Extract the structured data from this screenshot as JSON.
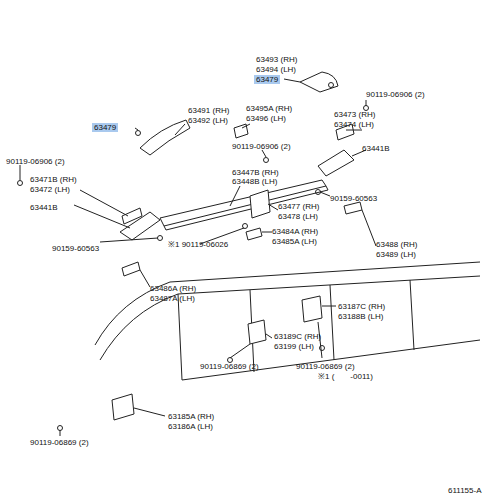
{
  "diagram": {
    "labels": [
      "63493 (RH)",
      "63494 (LH)",
      "63479",
      "90119-06906 (2)",
      "63491 (RH)",
      "63492 (LH)",
      "63479",
      "63495A (RH)",
      "63496 (LH)",
      "63473 (RH)",
      "63474 (LH)",
      "90119-06906 (2)",
      "63441B",
      "90119-06906 (2)",
      "63447B (RH)",
      "63448B (LH)",
      "63471B (RH)",
      "63472 (LH)",
      "90159-60563",
      "63441B",
      "63477 (RH)",
      "63478 (LH)",
      "63488 (RH)",
      "63489 (LH)",
      "90159-60563",
      "※1 90119-06026",
      "63484A (RH)",
      "63485A (LH)",
      "63486A (RH)",
      "63487A (LH)",
      "63187C (RH)",
      "63188B (LH)",
      "63189C (RH)",
      "63199 (LH)",
      "90119-06869 (2)",
      "90119-06869 (2)",
      "63185A (RH)",
      "63186A (LH)",
      "90119-06869 (2)",
      "※1 (　　-0011)",
      "611155-A"
    ]
  }
}
